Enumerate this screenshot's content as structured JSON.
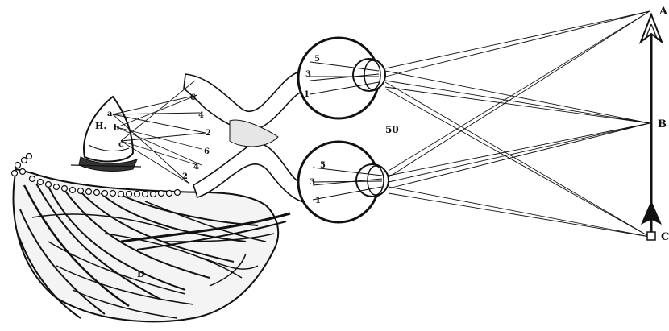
{
  "figure": {
    "number": "50",
    "object_labels": {
      "top": "A",
      "middle": "B",
      "bottom": "C"
    },
    "upper_eye_numbers": [
      "5",
      "3",
      "1"
    ],
    "lower_eye_numbers": [
      "5",
      "3",
      "1"
    ],
    "brain_labels": {
      "gland": "H.",
      "a": "a",
      "b": "b",
      "c": "c",
      "cerebellum": "D"
    },
    "brain_nerve_numbers": [
      "6",
      "4",
      "2",
      "6",
      "4",
      "2"
    ],
    "ink_color": "#111111",
    "paper_color": "#ffffff"
  }
}
